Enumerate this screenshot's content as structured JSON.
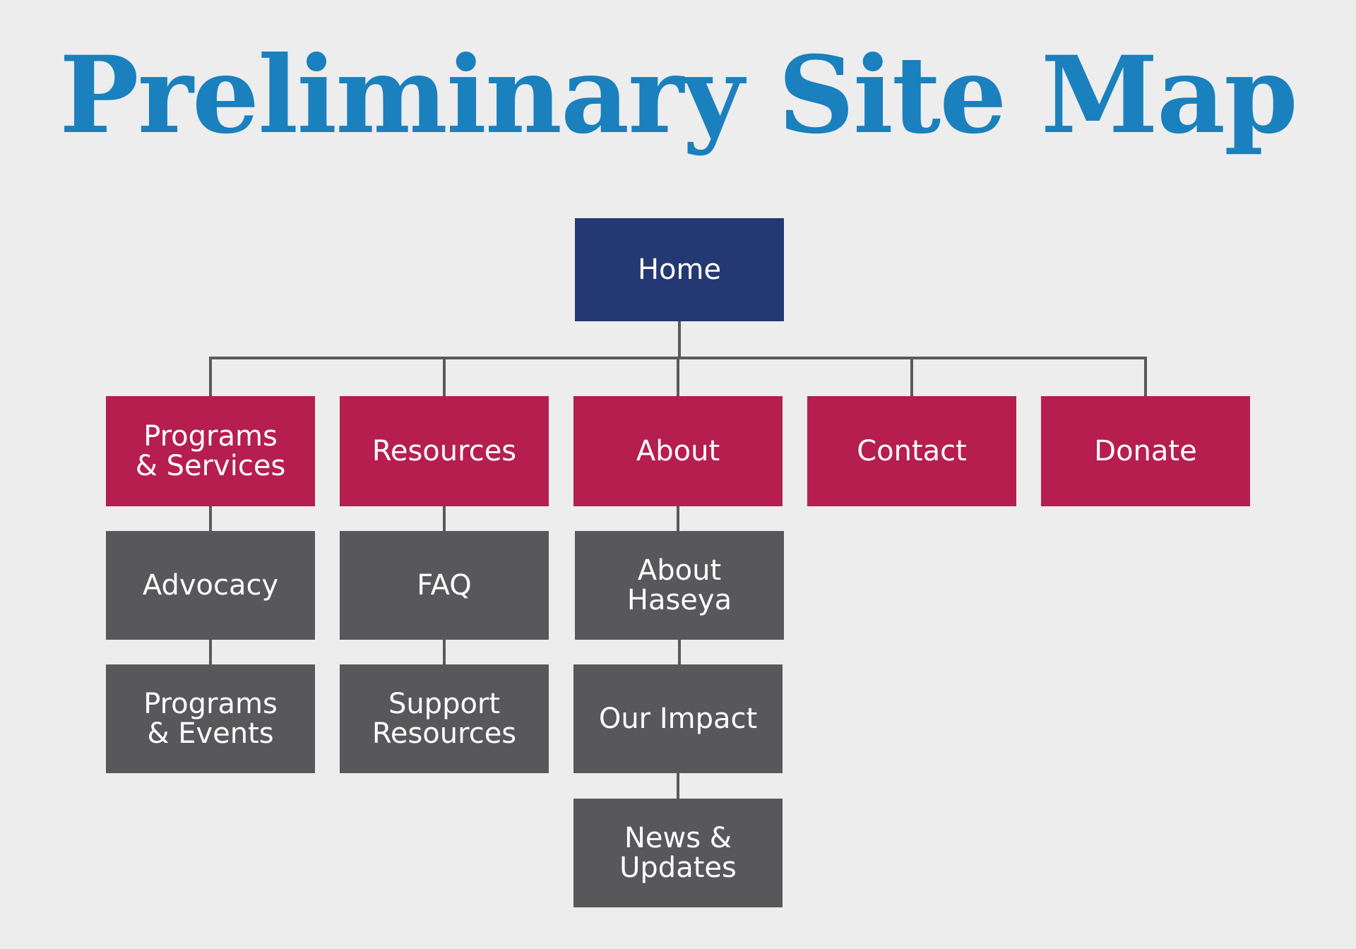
{
  "title": "Preliminary Site Map",
  "colors": {
    "title": "#1a80be",
    "home": "#243873",
    "level1": "#b61e50",
    "level2": "#58585a",
    "line": "#5a5a5a",
    "background": "#ededed"
  },
  "home": {
    "label": "Home"
  },
  "sections": [
    {
      "label": "Programs\n& Services",
      "children": [
        {
          "label": "Advocacy"
        },
        {
          "label": "Programs\n& Events"
        }
      ]
    },
    {
      "label": "Resources",
      "children": [
        {
          "label": "FAQ"
        },
        {
          "label": "Support\nResources"
        }
      ]
    },
    {
      "label": "About",
      "children": [
        {
          "label": "About\nHaseya"
        },
        {
          "label": "Our Impact"
        },
        {
          "label": "News &\nUpdates"
        }
      ]
    },
    {
      "label": "Contact",
      "children": []
    },
    {
      "label": "Donate",
      "children": []
    }
  ]
}
